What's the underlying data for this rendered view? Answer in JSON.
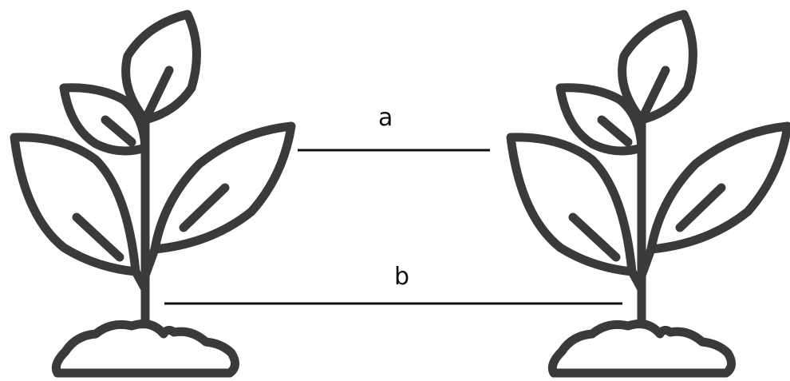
{
  "diagram": {
    "plants": [
      {
        "id": "left",
        "icon": "plant-icon"
      },
      {
        "id": "right",
        "icon": "plant-icon"
      }
    ],
    "distances": [
      {
        "id": "a",
        "label": "a"
      },
      {
        "id": "b",
        "label": "b"
      }
    ],
    "colors": {
      "plant_stroke": "#3a3a3a",
      "line": "#111111",
      "background": "#ffffff"
    }
  }
}
